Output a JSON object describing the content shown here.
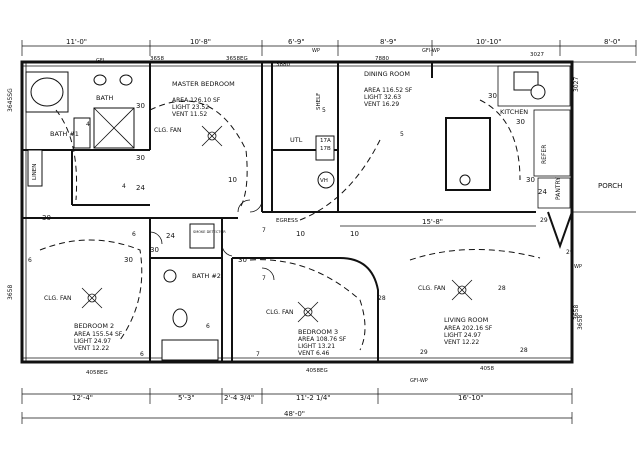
{
  "dimensions": {
    "top": [
      "11'-0\"",
      "10'-8\"",
      "6'-9\"",
      "8'-9\"",
      "10'-10\"",
      "8'-0\""
    ],
    "bottom": [
      "12'-4\"",
      "5'-3\"",
      "2'-4 3/4\"",
      "11'-2 1/4\"",
      "16'-10\""
    ],
    "overall": "48'-0\"",
    "side_labels": [
      "3645SG",
      "3658",
      "3658",
      "3027",
      "3658"
    ],
    "window_labels": [
      "3658",
      "3658EG",
      "3880",
      "7880",
      "3027",
      "4058EG",
      "4058EG",
      "4058"
    ],
    "right_width": "15'-8\""
  },
  "rooms": {
    "master": {
      "name": "MASTER BEDROOM",
      "area": "AREA 126.10 SF",
      "light": "LIGHT 23.52",
      "vent": "VENT 11.52"
    },
    "dining": {
      "name": "DINING ROOM",
      "area": "AREA 116.52 SF",
      "light": "LIGHT 32.63",
      "vent": "VENT 16.29"
    },
    "bedroom2": {
      "name": "BEDROOM 2",
      "area": "AREA 155.54 SF",
      "light": "LIGHT 24.97",
      "vent": "VENT 12.22"
    },
    "bedroom3": {
      "name": "BEDROOM 3",
      "area": "AREA 108.76 SF",
      "light": "LIGHT 13.21",
      "vent": "VENT 6.46"
    },
    "living": {
      "name": "LIVING ROOM",
      "area": "AREA 202.16 SF",
      "light": "LIGHT 24.97",
      "vent": "VENT 12.22"
    },
    "bath1": "BATH #1",
    "bath_master": "BATH",
    "bath2": "BATH #2",
    "kitchen": "KITCHEN",
    "utility": "UTL",
    "pantry": "PANTRY",
    "refer": "REFER",
    "porch": "PORCH",
    "linen": "LINEN",
    "egress": "EGRESS",
    "shelf": "SHELF"
  },
  "fans": [
    "CLG. FAN",
    "CLG. FAN",
    "CLG. FAN",
    "CLG. FAN"
  ],
  "notes": {
    "gfi": "GFI",
    "gfi_wp": "GFI-WP",
    "wp": "WP",
    "smoke": "SMOKE DETECTOR",
    "panel": [
      "17A",
      "17B"
    ],
    "vh": "VH",
    "circuits": [
      "30",
      "30",
      "30",
      "30",
      "30",
      "30",
      "30",
      "30",
      "30",
      "24",
      "24",
      "24",
      "10",
      "10",
      "10",
      "28",
      "28",
      "28",
      "29",
      "29",
      "29",
      "4",
      "4",
      "5",
      "5",
      "6",
      "6",
      "6",
      "6",
      "7",
      "7",
      "7"
    ]
  }
}
